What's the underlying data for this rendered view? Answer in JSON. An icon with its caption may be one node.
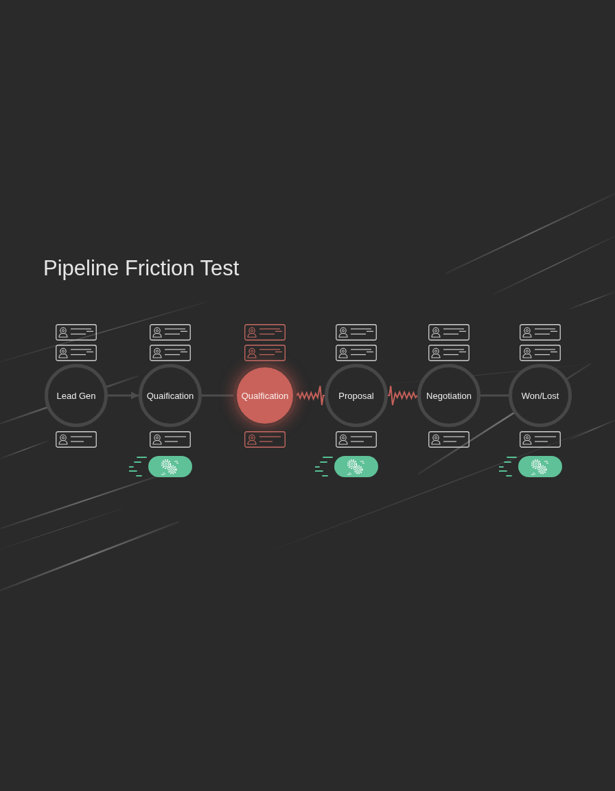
{
  "diagram": {
    "title": "Pipeline Friction Test",
    "nodes": [
      {
        "text": [
          "Lead Gen"
        ]
      },
      {
        "text": [
          "Quaification"
        ]
      },
      {
        "text": [
          "Qualfication"
        ]
      },
      {
        "text": [
          "Proposal"
        ]
      },
      {
        "text": [
          "Negotiation"
        ]
      },
      {
        "text": [
          "Won/Lost"
        ]
      }
    ],
    "edges": [
      {
        "from": 0,
        "to": 1,
        "arrow": "to"
      },
      {
        "from": 1,
        "to": 2,
        "arrow": "none"
      },
      {
        "from": 2,
        "to": 3,
        "arrow": "none",
        "color": "#c4605a"
      },
      {
        "from": 3,
        "to": 4,
        "arrow": "none",
        "color": "#c4605a"
      },
      {
        "from": 4,
        "to": 5,
        "arrow": "none"
      }
    ]
  }
}
